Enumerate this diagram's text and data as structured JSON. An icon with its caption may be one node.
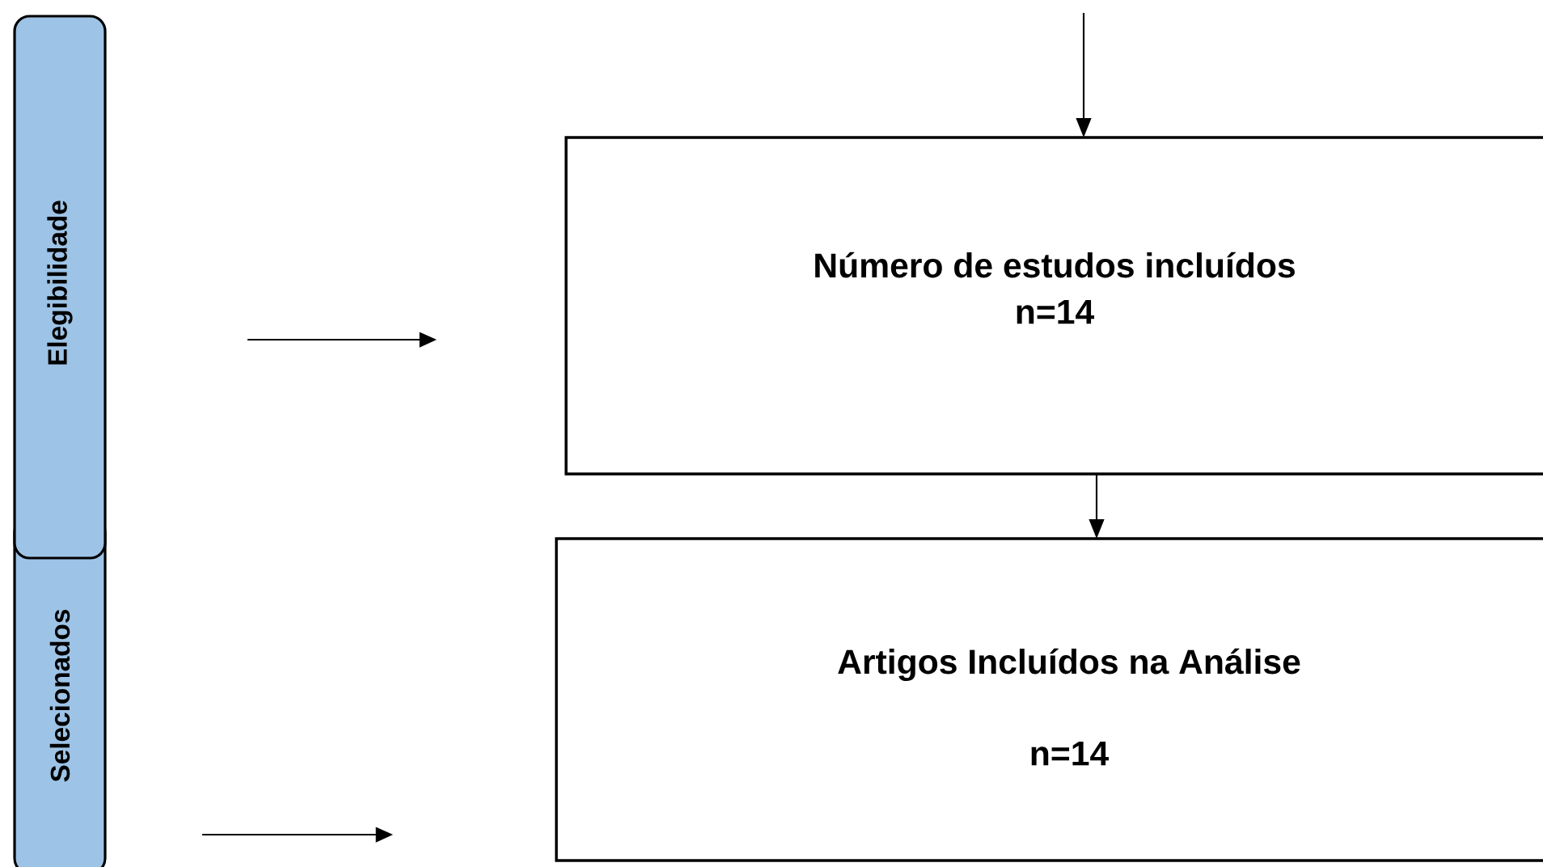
{
  "diagram": {
    "nodes": [
      {
        "text": [
          "Elegibilidade"
        ]
      },
      {
        "text": [
          "Selecionados"
        ]
      },
      {
        "text": [
          "Número de estudos incluídos",
          "n=14"
        ]
      },
      {
        "text": [
          "Artigos Incluídos na Análise",
          "n=14"
        ]
      }
    ],
    "edges": [
      {
        "from": null,
        "to": 2,
        "arrow": "to"
      },
      {
        "from": 2,
        "to": 3,
        "arrow": "to"
      }
    ]
  }
}
